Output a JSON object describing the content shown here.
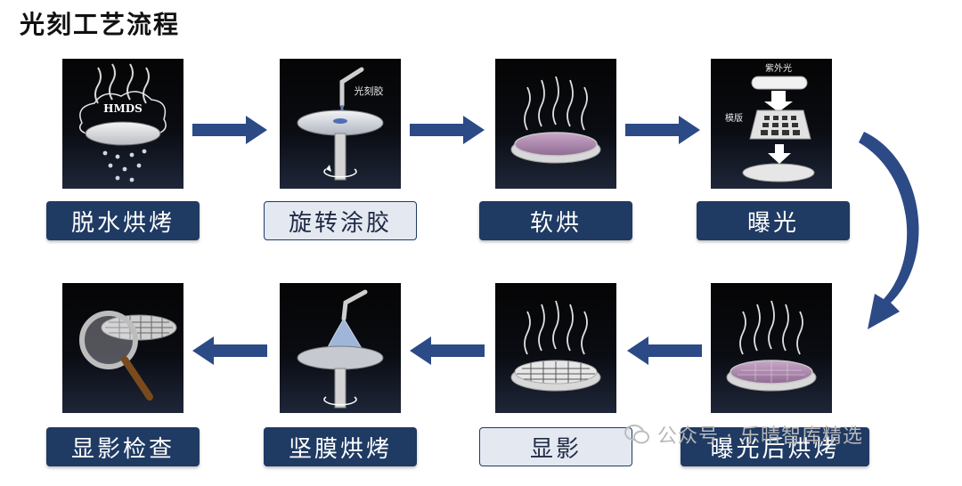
{
  "title": "光刻工艺流程",
  "steps": [
    {
      "label": "脱水烘烤",
      "style": "dark"
    },
    {
      "label": "旋转涂胶",
      "style": "light"
    },
    {
      "label": "软烘",
      "style": "dark"
    },
    {
      "label": "曝光",
      "style": "dark"
    },
    {
      "label": "曝光后烘烤",
      "style": "dark"
    },
    {
      "label": "显影",
      "style": "light"
    },
    {
      "label": "坚膜烘烤",
      "style": "dark"
    },
    {
      "label": "显影检查",
      "style": "dark"
    }
  ],
  "annotations": {
    "hmds": "HMDS",
    "photoresist": "光刻胶",
    "uv_light": "紫外光",
    "mask": "模版"
  },
  "watermark": "公众号 · 乐晴智库精选",
  "colors": {
    "accent": "#1f3a63",
    "arrow": "#2c4a86",
    "light_label": "#e4e8f1"
  }
}
